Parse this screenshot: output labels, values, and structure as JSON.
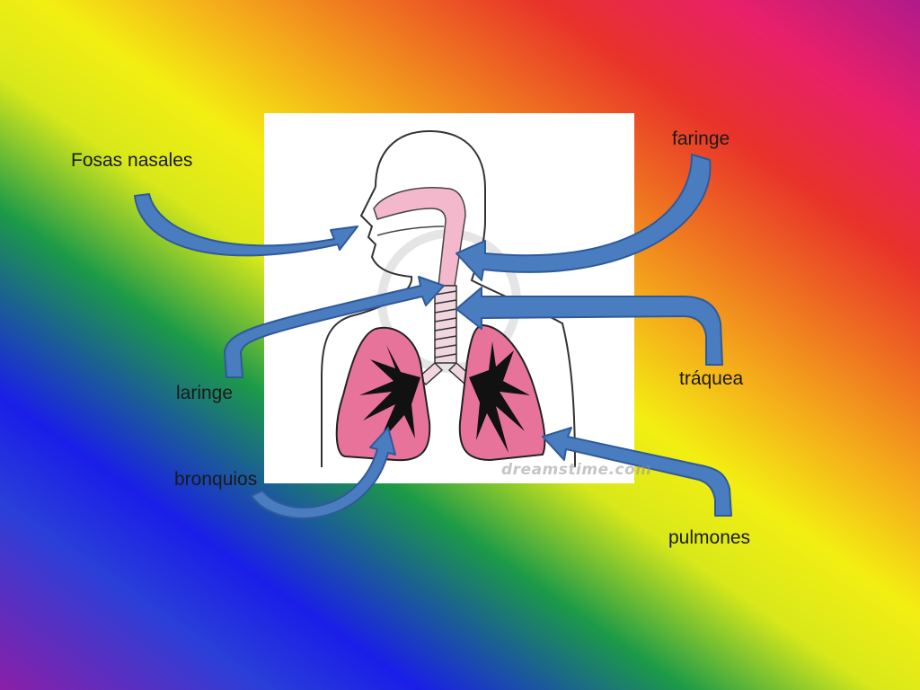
{
  "labels": {
    "fosas_nasales": "Fosas nasales",
    "faringe": "faringe",
    "laringe": "laringe",
    "traquea": "tráquea",
    "bronquios": "bronquios",
    "pulmones": "pulmones"
  },
  "watermark": "dreamstime.com",
  "colors": {
    "arrow_fill": "#4a7cc0",
    "arrow_stroke": "#2f5a9a",
    "lung_fill": "#e8739a",
    "airway_fill": "#f4b8cc",
    "bronchi_fill": "#111111"
  },
  "icons": {
    "arrow": "curved-arrow-icon"
  }
}
